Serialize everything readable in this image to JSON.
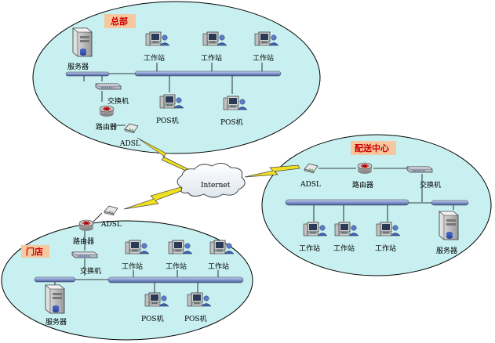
{
  "colors": {
    "ellipse_fill": "#c8f0f0",
    "ellipse_stroke": "#000000",
    "bus_fill": "#8aa0d0",
    "title_bg": "#f6c8a0",
    "title_text": "#cc0000",
    "lightning": "#f0e020"
  },
  "hq": {
    "title": "总部",
    "server_label": "服务器",
    "workstation_labels": [
      "工作站",
      "工作站",
      "工作站"
    ],
    "switch_label": "交换机",
    "router_label": "路由器",
    "adsl_label": "ADSL",
    "pos_labels": [
      "POS机",
      "POS机"
    ]
  },
  "internet": {
    "label": "Internet"
  },
  "distribution": {
    "title": "配送中心",
    "adsl_label": "ADSL",
    "router_label": "路由器",
    "switch_label": "交换机",
    "workstation_labels": [
      "工作站",
      "工作站",
      "工作站"
    ],
    "server_label": "服务器"
  },
  "store": {
    "title": "门店",
    "router_label": "路由器",
    "adsl_label": "ADSL",
    "switch_label": "交换机",
    "workstation_labels": [
      "工作站",
      "工作站",
      "工作站"
    ],
    "server_label": "服务器",
    "pos_labels": [
      "POS机",
      "POS机"
    ]
  }
}
